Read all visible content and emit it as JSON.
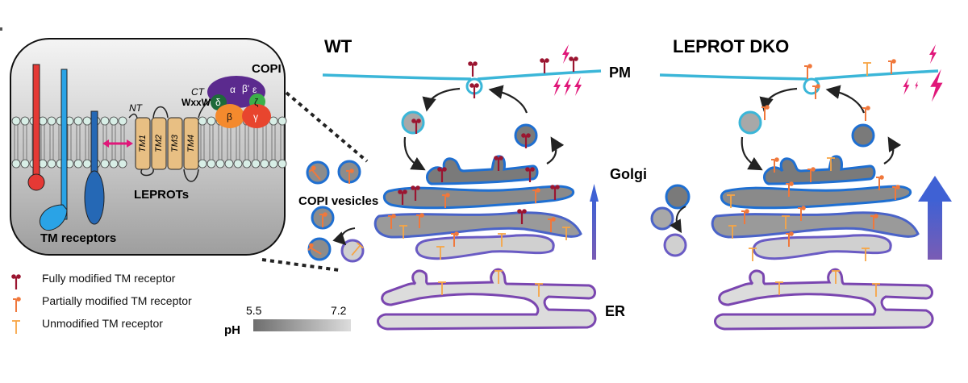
{
  "inset": {
    "receptors_label": "TM receptors",
    "leprots_label": "LEPROTs",
    "nt_label": "NT",
    "ct_label": "CT",
    "motif_label": "WxxW",
    "copi_label": "COPI",
    "tm_labels": [
      "TM1",
      "TM2",
      "TM3",
      "TM4"
    ],
    "copi_subunits": {
      "alpha": "α",
      "beta_prime": "β'",
      "epsilon": "ε",
      "delta": "δ",
      "zeta": "ζ",
      "beta": "β",
      "gamma": "γ"
    }
  },
  "copi_vesicles_label": "COPI vesicles",
  "panels": {
    "wt": {
      "title": "WT"
    },
    "dko": {
      "title": "LEPROT DKO"
    }
  },
  "compartments": {
    "pm": "PM",
    "golgi": "Golgi",
    "er": "ER"
  },
  "legend": {
    "items": [
      {
        "label": "Fully modified TM receptor",
        "color": "#9b1530"
      },
      {
        "label": "Partially modified TM receptor",
        "color": "#f0783c"
      },
      {
        "label": "Unmodified TM receptor",
        "color": "#f7a545"
      }
    ]
  },
  "ph_scale": {
    "label": "pH",
    "min": "5.5",
    "max": "7.2",
    "color_low": "#6e6e6e",
    "color_high": "#dcdcdc"
  },
  "colors": {
    "pm": "#3bb6d8",
    "golgi_blue": "#1f6fd1",
    "golgi_purple": "#6a5bc4",
    "er_purple": "#7a46b0",
    "lightning": "#e0187a",
    "arrow_grad_top": "#3f61d4",
    "arrow_grad_bottom": "#7a5cb4"
  }
}
